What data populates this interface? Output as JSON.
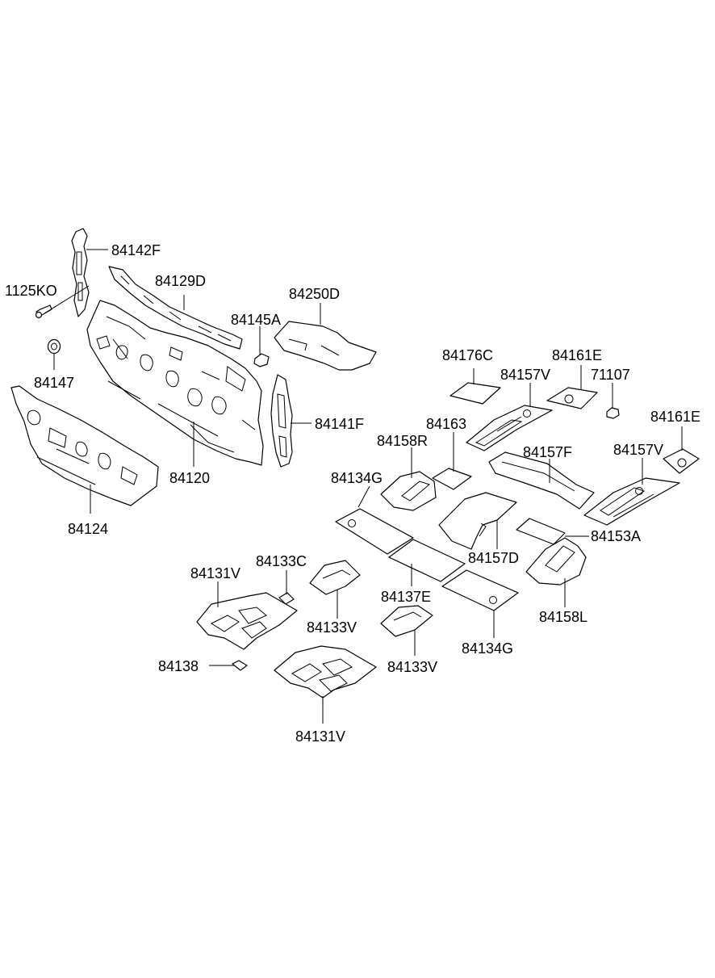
{
  "parts": [
    {
      "id": "p01",
      "number": "84142F"
    },
    {
      "id": "p02",
      "number": "1125KO"
    },
    {
      "id": "p03",
      "number": "84129D"
    },
    {
      "id": "p04",
      "number": "84250D"
    },
    {
      "id": "p05",
      "number": "84145A"
    },
    {
      "id": "p06",
      "number": "84147"
    },
    {
      "id": "p07",
      "number": "84141F"
    },
    {
      "id": "p08",
      "number": "84120"
    },
    {
      "id": "p09",
      "number": "84124"
    },
    {
      "id": "p10",
      "number": "84176C"
    },
    {
      "id": "p11",
      "number": "84161E"
    },
    {
      "id": "p12",
      "number": "84157V"
    },
    {
      "id": "p13",
      "number": "71107"
    },
    {
      "id": "p14",
      "number": "84161E"
    },
    {
      "id": "p15",
      "number": "84163"
    },
    {
      "id": "p16",
      "number": "84158R"
    },
    {
      "id": "p17",
      "number": "84157F"
    },
    {
      "id": "p18",
      "number": "84157V"
    },
    {
      "id": "p19",
      "number": "84134G"
    },
    {
      "id": "p20",
      "number": "84153A"
    },
    {
      "id": "p21",
      "number": "84157D"
    },
    {
      "id": "p22",
      "number": "84131V"
    },
    {
      "id": "p23",
      "number": "84133C"
    },
    {
      "id": "p24",
      "number": "84137E"
    },
    {
      "id": "p25",
      "number": "84158L"
    },
    {
      "id": "p26",
      "number": "84133V"
    },
    {
      "id": "p27",
      "number": "84134G"
    },
    {
      "id": "p28",
      "number": "84133V"
    },
    {
      "id": "p29",
      "number": "84138"
    },
    {
      "id": "p30",
      "number": "84131V"
    }
  ]
}
